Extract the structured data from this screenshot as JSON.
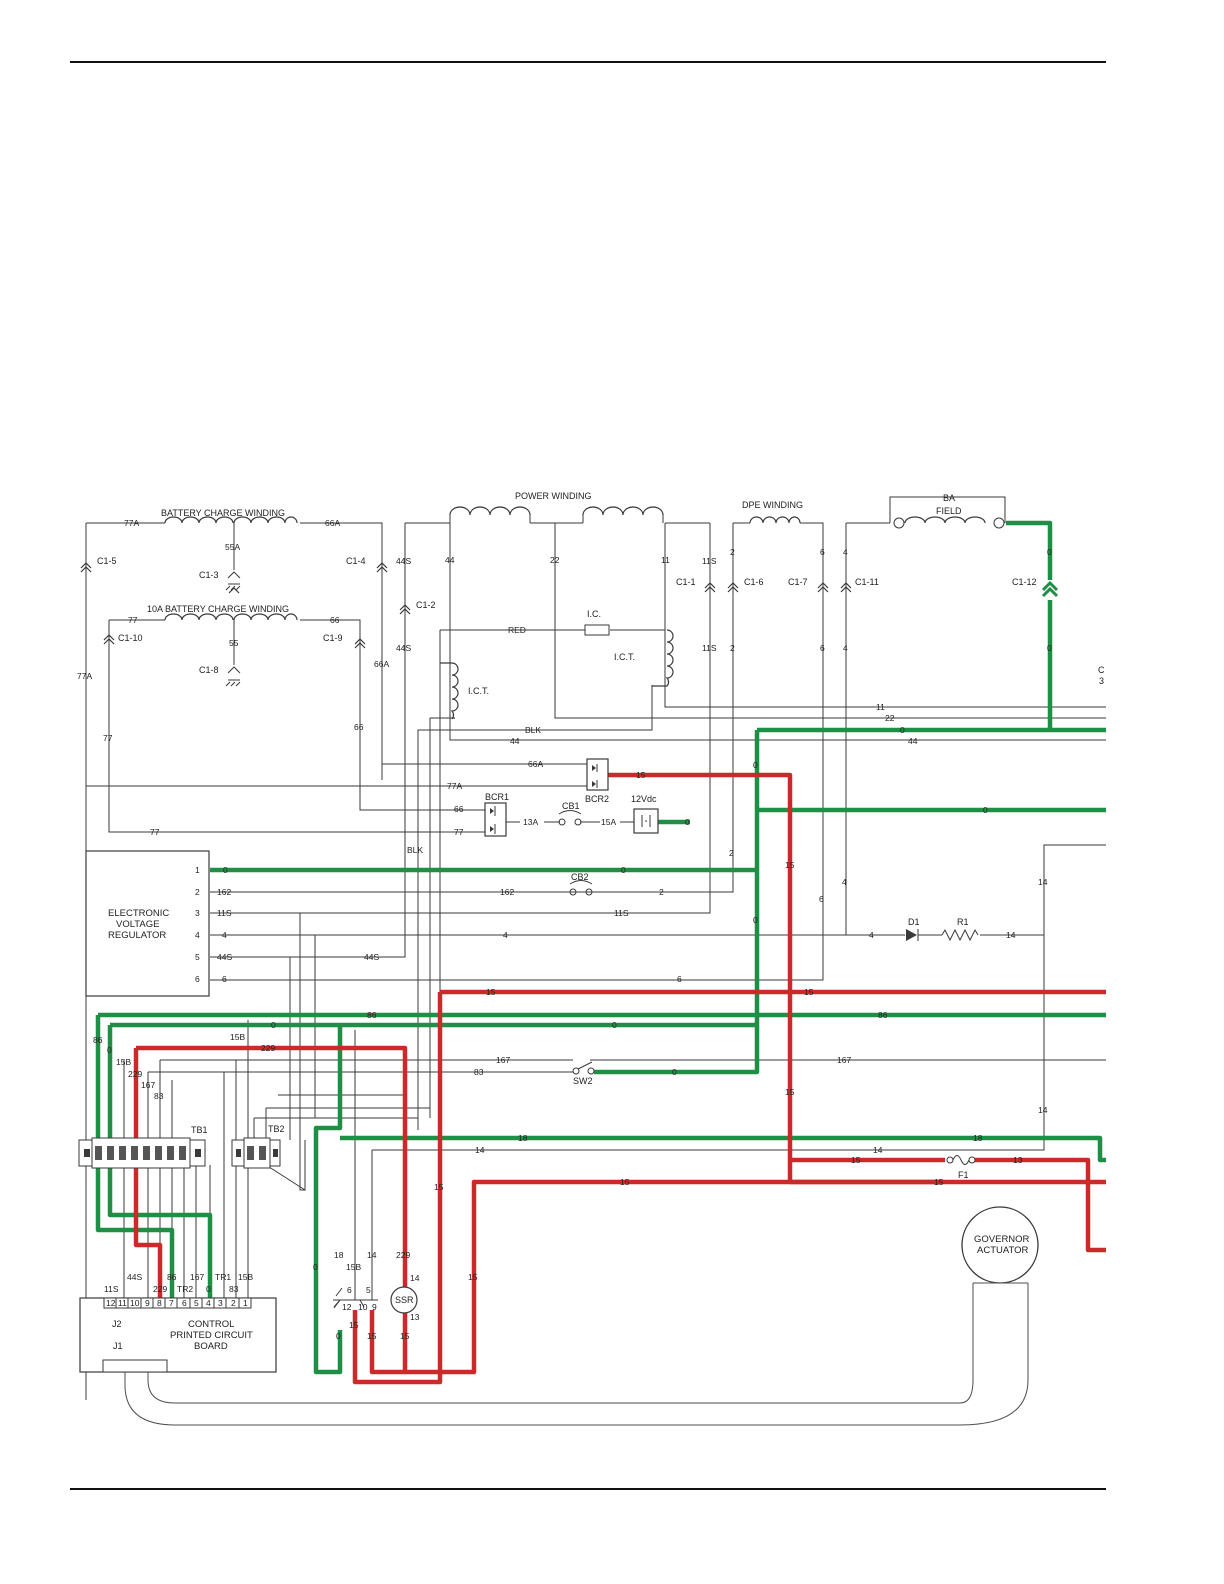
{
  "colors": {
    "energized_dc": "#cc2a2a",
    "ground": "#1f8f45",
    "wire": "#3a3a3a"
  },
  "components": {
    "battery_charge_winding": "BATTERY CHARGE WINDING",
    "battery_charge_10a": "10A BATTERY CHARGE WINDING",
    "power_winding": "POWER WINDING",
    "dpe_winding": "DPE WINDING",
    "ba": "BA",
    "field": "FIELD",
    "ic": "I.C.",
    "ict_left": "I.C.T.",
    "ict_right": "I.C.T.",
    "bcr1": "BCR1",
    "bcr2": "BCR2",
    "cb1": "CB1",
    "cb2": "CB2",
    "v12": "12Vdc",
    "sw2": "SW2",
    "d1": "D1",
    "r1": "R1",
    "f1": "F1",
    "tb1": "TB1",
    "tb2": "TB2",
    "ssr": "SSR",
    "j1": "J1",
    "j2": "J2",
    "evr_l1": "ELECTRONIC",
    "evr_l2": "VOLTAGE",
    "evr_l3": "REGULATOR",
    "pcb_l1": "CONTROL",
    "pcb_l2": "PRINTED CIRCUIT",
    "pcb_l3": "BOARD",
    "gov_l1": "GOVERNOR",
    "gov_l2": "ACTUATOR",
    "cut_c": "C",
    "cut_3": "3"
  },
  "connectors": {
    "c1_1": "C1-1",
    "c1_2": "C1-2",
    "c1_3": "C1-3",
    "c1_4": "C1-4",
    "c1_5": "C1-5",
    "c1_6": "C1-6",
    "c1_7": "C1-7",
    "c1_8": "C1-8",
    "c1_9": "C1-9",
    "c1_10": "C1-10",
    "c1_11": "C1-11",
    "c1_12": "C1-12"
  },
  "evr_pins": [
    "1",
    "2",
    "3",
    "4",
    "5",
    "6"
  ],
  "pcb_pins": [
    "12",
    "11",
    "10",
    "9",
    "8",
    "7",
    "6",
    "5",
    "4",
    "3",
    "2",
    "1"
  ],
  "pcb_top": [
    "11S",
    "44S",
    "229",
    "86",
    "TR2",
    "167",
    "0",
    "TR1",
    "83",
    "15B"
  ],
  "relay_pins": [
    "12",
    "10",
    "9",
    "6",
    "5",
    "14",
    "13"
  ],
  "wires": {
    "w77a_top": "77A",
    "w66a_top": "66A",
    "w55a": "55A",
    "w77": "77",
    "w66": "66",
    "w55": "55",
    "w77a_left": "77A",
    "w77_left": "77",
    "w66a_mid": "66A",
    "w66_mid": "66",
    "w44s_a": "44S",
    "w44s_b": "44S",
    "w44": "44",
    "w22": "22",
    "w11": "11",
    "w11s_a": "11S",
    "w11s_b": "11S",
    "w2_a": "2",
    "w2_b": "2",
    "w6_a": "6",
    "w6_b": "6",
    "w4_a": "4",
    "w4_b": "4",
    "w0_a": "0",
    "w0_b": "0",
    "red": "RED",
    "blk_a": "BLK",
    "blk_b": "BLK",
    "b11": "11",
    "b22": "22",
    "b0": "0",
    "b44": "44",
    "b66a": "66A",
    "b15": "15",
    "b0_v": "0",
    "b77a": "77A",
    "b66": "66",
    "b77": "77",
    "b13a": "13A",
    "b15a": "15A",
    "b0_r": "0",
    "b0_far": "0",
    "b15_v": "15",
    "b2_v": "2",
    "e0": "0",
    "e0b": "0",
    "e162": "162",
    "e162b": "162",
    "e2": "2",
    "e11s": "11S",
    "e11sb": "11S",
    "e4": "4",
    "e4b": "4",
    "e4c": "4",
    "e4d": "4",
    "e14": "14",
    "e14b": "14",
    "e44s": "44S",
    "e44sb": "44S",
    "e6": "6",
    "e6b": "6",
    "e6v": "6",
    "e0v": "0",
    "h15a": "15",
    "h15b": "15",
    "h86a": "86",
    "h86b": "86",
    "h0a": "0",
    "h0b": "0",
    "h15b_": "15B",
    "h229": "229",
    "h167a": "167",
    "h167b": "167",
    "h83": "83",
    "h0c": "0",
    "h15v": "15",
    "v86": "86",
    "v0": "0",
    "v15b": "15B",
    "v229": "229",
    "v167": "167",
    "v83": "83",
    "l18a": "18",
    "l18b": "18",
    "l14a": "14",
    "l14b": "14",
    "l14v": "14",
    "l15a": "15",
    "l13": "13",
    "l15b": "15",
    "l15c": "15",
    "l15v": "15",
    "l15v2": "15",
    "r0": "0",
    "r18": "18",
    "r14": "14",
    "r229": "229",
    "r15b": "15B",
    "r15a": "15",
    "r15b2": "15",
    "r0b": "0"
  }
}
